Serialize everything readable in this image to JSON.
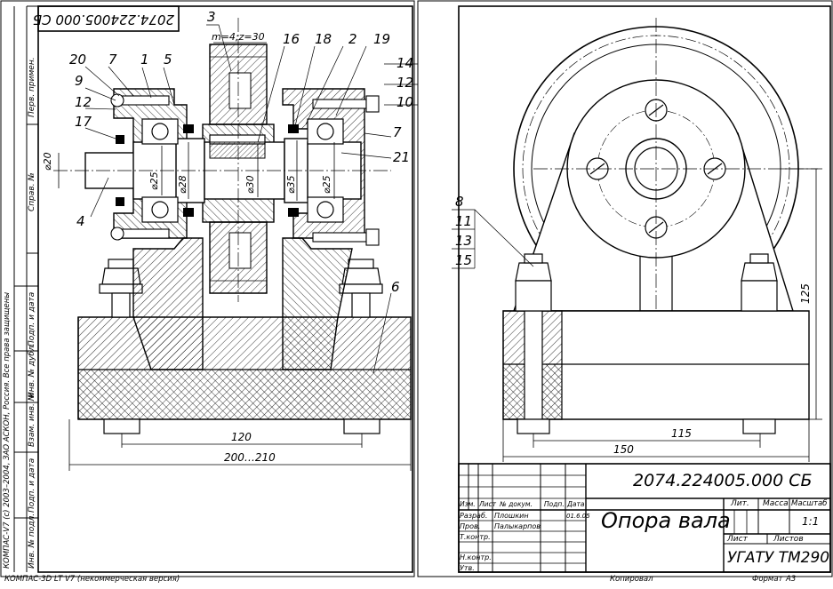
{
  "sheet1": {
    "code_rotated": "2074.224005.000 СБ",
    "module_label": "m=4;z=30",
    "balloons_top": [
      "3",
      "16",
      "18",
      "2",
      "19",
      "20",
      "7",
      "1",
      "5",
      "14",
      "12",
      "10",
      "9",
      "12",
      "17",
      "7",
      "21",
      "4",
      "6"
    ],
    "dims": {
      "d20": "⌀20",
      "d25a": "⌀25",
      "d28": "⌀28",
      "d30": "⌀30",
      "d35": "⌀35",
      "d25b": "⌀25",
      "w120": "120",
      "w200": "200…210"
    },
    "side_stamp": {
      "perv_primen": "Перв. примен.",
      "sprav_no": "Справ. №",
      "podp_data1": "Подп. и дата",
      "inv_dubl": "Инв. № дубл.",
      "vzam_inv": "Взам. инв. №",
      "podp_data2": "Подп. и дата",
      "inv_podl": "Инв. № подл."
    },
    "copyright_vertical": "КОМПАС-V7 (с) 2003–2004, ЗАО АСКОН, Россия. Все права защищены",
    "footer_left": "КОМПАС-3D LT V7 (некоммерческая версия)"
  },
  "sheet2": {
    "balloons": [
      "8",
      "11",
      "13",
      "15"
    ],
    "dims": {
      "h125": "125",
      "w115": "115",
      "w150": "150"
    }
  },
  "title_block": {
    "designation": "2074.224005.000 СБ",
    "name": "Опора вала",
    "head_cols": [
      "Изм.",
      "Лист",
      "№ докум.",
      "Подп.",
      "Дата"
    ],
    "rows": [
      {
        "role": "Разраб.",
        "name": "Плошкин",
        "date": "01.6.05"
      },
      {
        "role": "Пров.",
        "name": "Палыкарпов",
        "date": ""
      },
      {
        "role": "Т.контр.",
        "name": "",
        "date": ""
      },
      {
        "role": "Н.контр.",
        "name": "",
        "date": ""
      },
      {
        "role": "Утв.",
        "name": "",
        "date": ""
      }
    ],
    "lit_label": "Лит.",
    "mass_label": "Масса",
    "scale_label": "Масштаб",
    "scale_value": "1:1",
    "sheet_label": "Лист",
    "sheets_label": "Листов",
    "org": "УГАТУ ТМ290"
  },
  "footer": {
    "copied": "Копировал",
    "format": "Формат",
    "format_value": "А3"
  }
}
